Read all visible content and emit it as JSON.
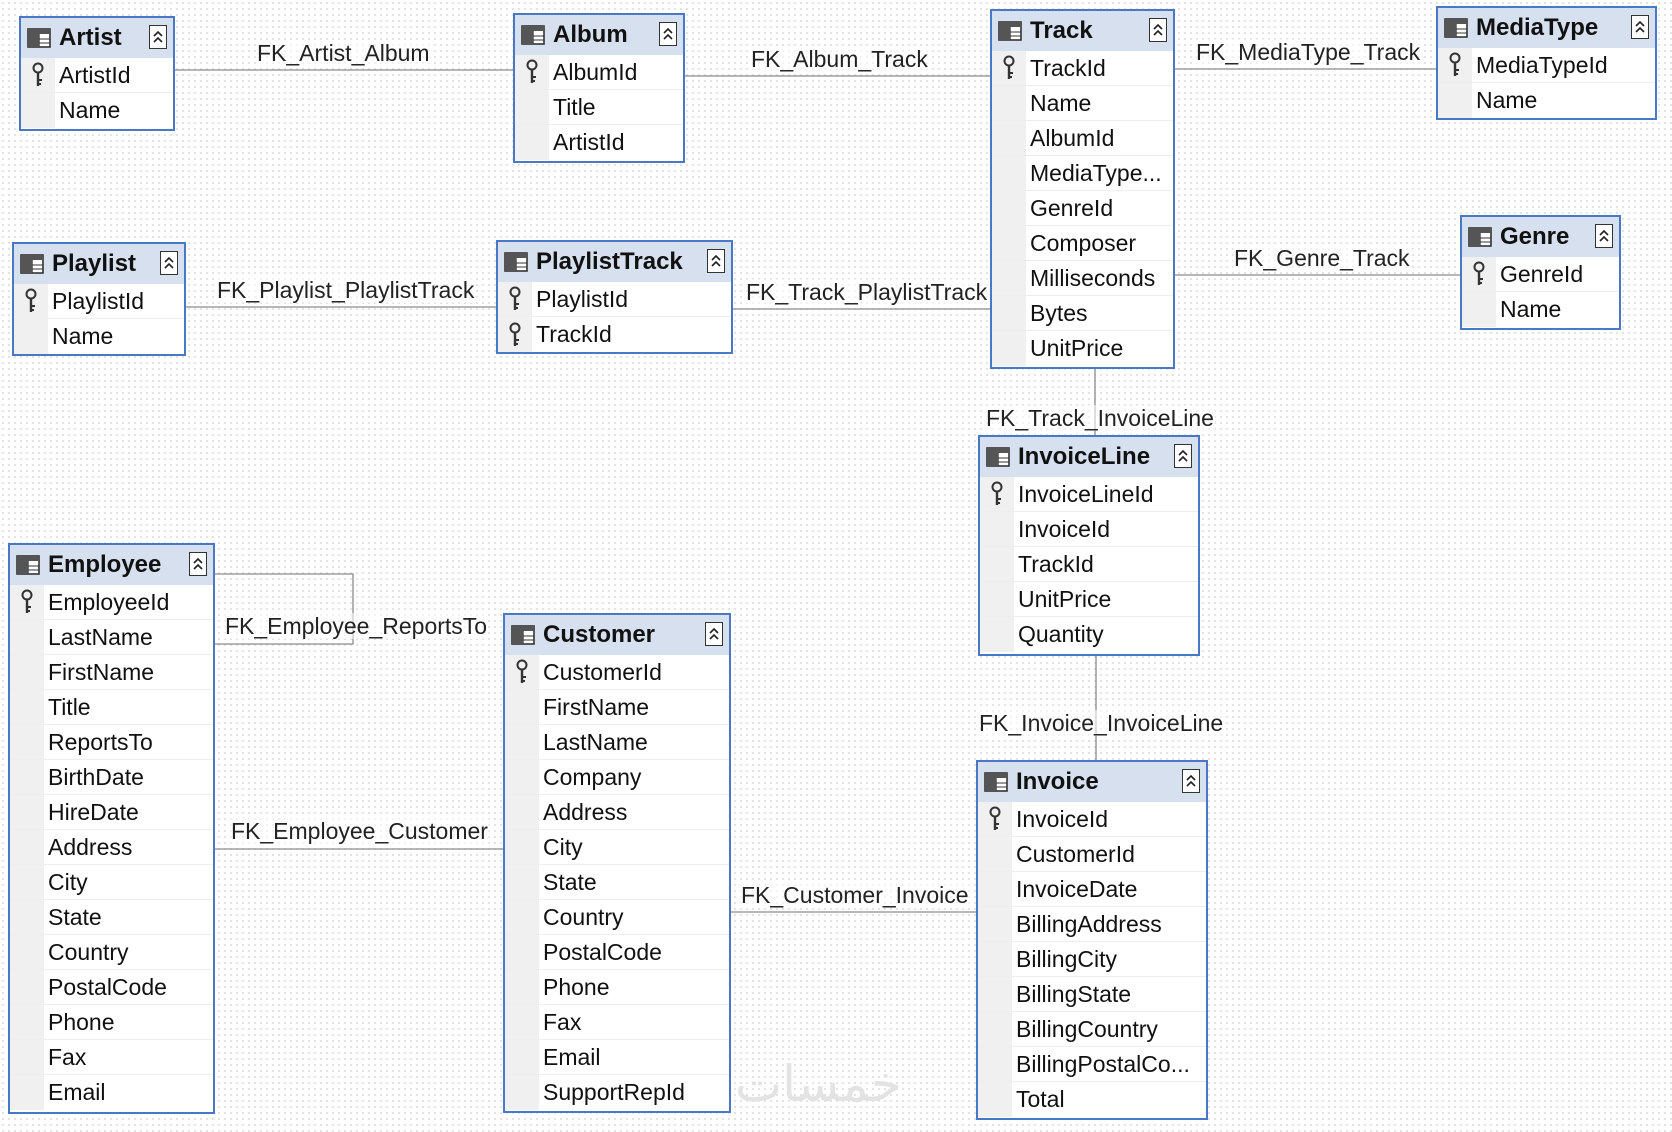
{
  "tables": [
    {
      "id": "artist",
      "name": "Artist",
      "columns": [
        {
          "name": "ArtistId",
          "pk": true
        },
        {
          "name": "Name",
          "pk": false
        }
      ]
    },
    {
      "id": "album",
      "name": "Album",
      "columns": [
        {
          "name": "AlbumId",
          "pk": true
        },
        {
          "name": "Title",
          "pk": false
        },
        {
          "name": "ArtistId",
          "pk": false
        }
      ]
    },
    {
      "id": "track",
      "name": "Track",
      "columns": [
        {
          "name": "TrackId",
          "pk": true
        },
        {
          "name": "Name",
          "pk": false
        },
        {
          "name": "AlbumId",
          "pk": false
        },
        {
          "name": "MediaType...",
          "pk": false
        },
        {
          "name": "GenreId",
          "pk": false
        },
        {
          "name": "Composer",
          "pk": false
        },
        {
          "name": "Milliseconds",
          "pk": false
        },
        {
          "name": "Bytes",
          "pk": false
        },
        {
          "name": "UnitPrice",
          "pk": false
        }
      ]
    },
    {
      "id": "mediatype",
      "name": "MediaType",
      "columns": [
        {
          "name": "MediaTypeId",
          "pk": true
        },
        {
          "name": "Name",
          "pk": false
        }
      ]
    },
    {
      "id": "playlist",
      "name": "Playlist",
      "columns": [
        {
          "name": "PlaylistId",
          "pk": true
        },
        {
          "name": "Name",
          "pk": false
        }
      ]
    },
    {
      "id": "playlisttrack",
      "name": "PlaylistTrack",
      "columns": [
        {
          "name": "PlaylistId",
          "pk": true
        },
        {
          "name": "TrackId",
          "pk": true
        }
      ]
    },
    {
      "id": "genre",
      "name": "Genre",
      "columns": [
        {
          "name": "GenreId",
          "pk": true
        },
        {
          "name": "Name",
          "pk": false
        }
      ]
    },
    {
      "id": "invoiceline",
      "name": "InvoiceLine",
      "columns": [
        {
          "name": "InvoiceLineId",
          "pk": true
        },
        {
          "name": "InvoiceId",
          "pk": false
        },
        {
          "name": "TrackId",
          "pk": false
        },
        {
          "name": "UnitPrice",
          "pk": false
        },
        {
          "name": "Quantity",
          "pk": false
        }
      ]
    },
    {
      "id": "employee",
      "name": "Employee",
      "columns": [
        {
          "name": "EmployeeId",
          "pk": true
        },
        {
          "name": "LastName",
          "pk": false
        },
        {
          "name": "FirstName",
          "pk": false
        },
        {
          "name": "Title",
          "pk": false
        },
        {
          "name": "ReportsTo",
          "pk": false
        },
        {
          "name": "BirthDate",
          "pk": false
        },
        {
          "name": "HireDate",
          "pk": false
        },
        {
          "name": "Address",
          "pk": false
        },
        {
          "name": "City",
          "pk": false
        },
        {
          "name": "State",
          "pk": false
        },
        {
          "name": "Country",
          "pk": false
        },
        {
          "name": "PostalCode",
          "pk": false
        },
        {
          "name": "Phone",
          "pk": false
        },
        {
          "name": "Fax",
          "pk": false
        },
        {
          "name": "Email",
          "pk": false
        }
      ]
    },
    {
      "id": "customer",
      "name": "Customer",
      "columns": [
        {
          "name": "CustomerId",
          "pk": true
        },
        {
          "name": "FirstName",
          "pk": false
        },
        {
          "name": "LastName",
          "pk": false
        },
        {
          "name": "Company",
          "pk": false
        },
        {
          "name": "Address",
          "pk": false
        },
        {
          "name": "City",
          "pk": false
        },
        {
          "name": "State",
          "pk": false
        },
        {
          "name": "Country",
          "pk": false
        },
        {
          "name": "PostalCode",
          "pk": false
        },
        {
          "name": "Phone",
          "pk": false
        },
        {
          "name": "Fax",
          "pk": false
        },
        {
          "name": "Email",
          "pk": false
        },
        {
          "name": "SupportRepId",
          "pk": false
        }
      ]
    },
    {
      "id": "invoice",
      "name": "Invoice",
      "columns": [
        {
          "name": "InvoiceId",
          "pk": true
        },
        {
          "name": "CustomerId",
          "pk": false
        },
        {
          "name": "InvoiceDate",
          "pk": false
        },
        {
          "name": "BillingAddress",
          "pk": false
        },
        {
          "name": "BillingCity",
          "pk": false
        },
        {
          "name": "BillingState",
          "pk": false
        },
        {
          "name": "BillingCountry",
          "pk": false
        },
        {
          "name": "BillingPostalCo...",
          "pk": false
        },
        {
          "name": "Total",
          "pk": false
        }
      ]
    }
  ],
  "relationships": [
    {
      "id": "fk-artist-album",
      "label": "FK_Artist_Album"
    },
    {
      "id": "fk-album-track",
      "label": "FK_Album_Track"
    },
    {
      "id": "fk-mediatype-track",
      "label": "FK_MediaType_Track"
    },
    {
      "id": "fk-playlist-playlisttrack",
      "label": "FK_Playlist_PlaylistTrack"
    },
    {
      "id": "fk-track-playlisttrack",
      "label": "FK_Track_PlaylistTrack"
    },
    {
      "id": "fk-genre-track",
      "label": "FK_Genre_Track"
    },
    {
      "id": "fk-track-invoiceline",
      "label": "FK_Track_InvoiceLine"
    },
    {
      "id": "fk-invoice-invoiceline",
      "label": "FK_Invoice_InvoiceLine"
    },
    {
      "id": "fk-employee-reportsto",
      "label": "FK_Employee_ReportsTo"
    },
    {
      "id": "fk-employee-customer",
      "label": "FK_Employee_Customer"
    },
    {
      "id": "fk-customer-invoice",
      "label": "FK_Customer_Invoice"
    }
  ],
  "watermark": "خمسات",
  "colors": {
    "table_border": "#4a78c4",
    "header_bg": "#d6e0ee",
    "line": "#8c8c8c"
  }
}
